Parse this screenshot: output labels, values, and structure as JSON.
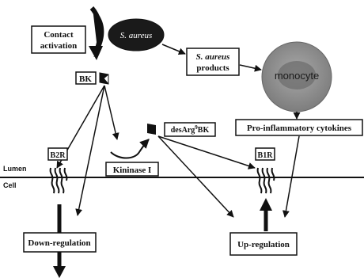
{
  "labels": {
    "contact_activation_1": "Contact",
    "contact_activation_2": "activation",
    "s_aureus": "S. aureus",
    "s_aureus_products_1": "S. aureus",
    "s_aureus_products_2": "products",
    "monocyte": "monocyte",
    "bk": "BK",
    "desarg_prefix": "desArg",
    "desarg_sup": "9",
    "desarg_suffix": "BK",
    "pro_inflammatory": "Pro-inflammatory cytokines",
    "kininase": "Kininase I",
    "b2r": "B2R",
    "b1r": "B1R",
    "lumen": "Lumen",
    "cell": "Cell",
    "down_regulation": "Down-regulation",
    "up_regulation": "Up-regulation"
  },
  "colors": {
    "ink": "#111111",
    "s_aureus_fill": "#1a1a1a",
    "monocyte_outer": "#8e8e8e",
    "monocyte_nucleus": "#6d6d6d",
    "box_fill": "#ffffff"
  }
}
